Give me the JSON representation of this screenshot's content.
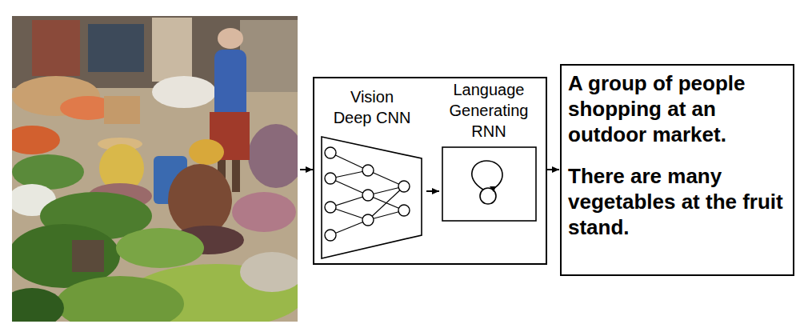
{
  "diagram": {
    "nodes": [
      {
        "text": [
          "Vision Deep CNN"
        ]
      },
      {
        "text": [
          "Language Generating RNN"
        ]
      },
      {
        "text": [
          "A group of people shopping at an outdoor market.",
          "There are many vegetables at the fruit stand."
        ]
      }
    ],
    "edges": [
      {
        "from": 0,
        "to": 1,
        "arrow": "to"
      }
    ]
  }
}
